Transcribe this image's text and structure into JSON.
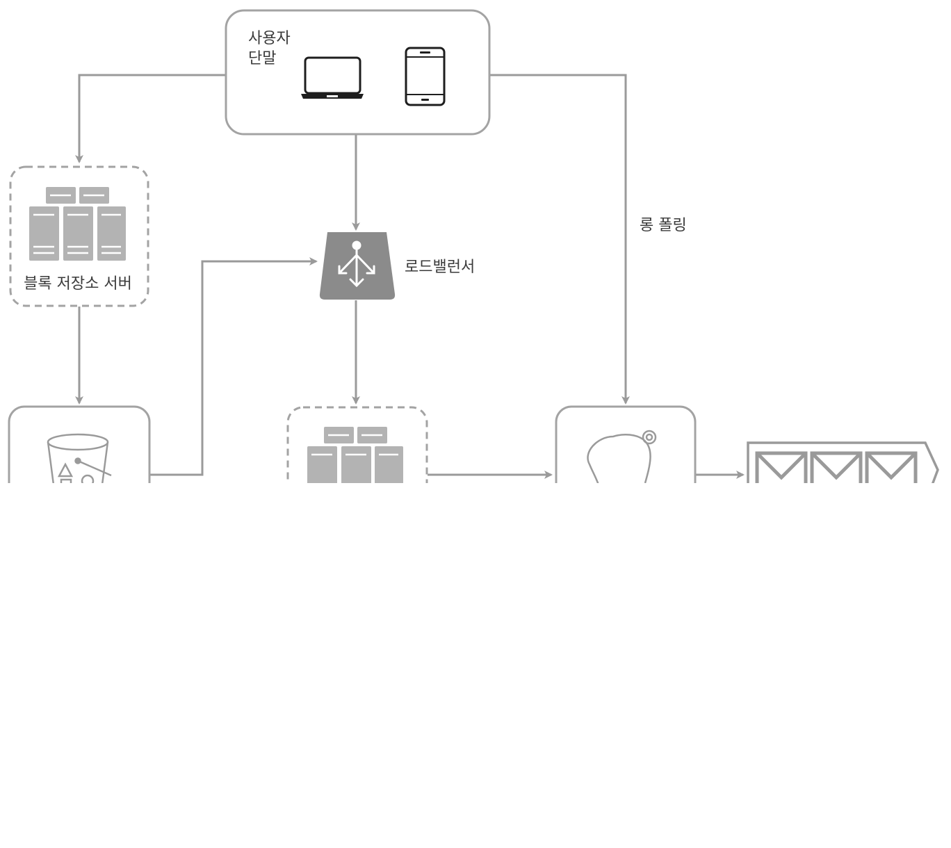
{
  "nodes": {
    "user_terminal": {
      "label_line1": "사용자",
      "label_line2": "단말"
    },
    "block_storage_servers": {
      "label": "블록 저장소 서버"
    },
    "load_balancer": {
      "label": "로드밸런서"
    },
    "cloud_storage": {},
    "api_servers": {},
    "notification_service": {},
    "offline_backup_queue": {}
  },
  "edges": {
    "long_polling": {
      "label": "롱 폴링"
    }
  },
  "colors": {
    "line": "#9a9a9a",
    "box_border": "#a3a3a3",
    "server_fill": "#b3b3b3",
    "lb_fill": "#8b8b8b",
    "device_stroke": "#1e1e1e",
    "text": "#3a3a3a"
  }
}
